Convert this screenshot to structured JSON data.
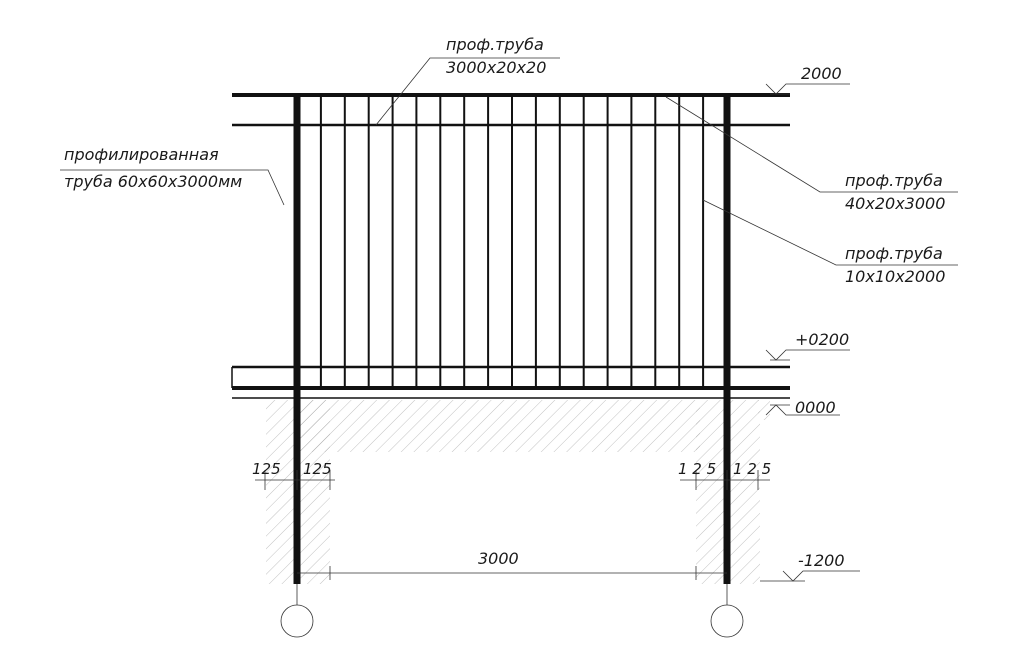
{
  "callouts": {
    "top_rail": {
      "line1": "проф.труба",
      "line2": "3000x20x20"
    },
    "post": {
      "line1": "профилированная",
      "line2": "труба  60x60x3000мм"
    },
    "rail_40": {
      "line1": "проф.труба",
      "line2": "40x20x3000"
    },
    "picket": {
      "line1": "проф.труба",
      "line2": "10x10x2000"
    }
  },
  "elevations": {
    "top": "2000",
    "rail": "+0200",
    "ground": "0000",
    "bottom": "-1200"
  },
  "dimensions": {
    "left_a": "125",
    "left_b": "125",
    "right_a": "1 2 5",
    "right_b": "1 2 5",
    "span": "3000"
  },
  "pickets_count": 17,
  "colors": {
    "steel": "#111111",
    "leader": "#333333",
    "hatch": "#999999"
  }
}
